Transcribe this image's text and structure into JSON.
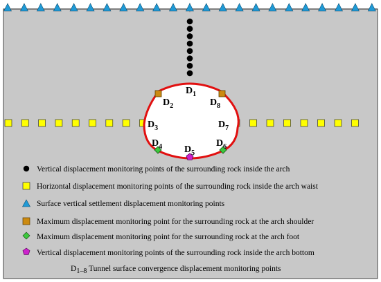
{
  "colors": {
    "ground": "#c8c8c8",
    "tunnel_fill": "#ffffff",
    "tunnel_outline": "#e11010",
    "vertical_point": "#000000",
    "horizontal_point": "#ffff00",
    "surface_marker": "#1f9ad6",
    "shoulder_point": "#cc8a10",
    "foot_point": "#3cc83c",
    "bottom_point": "#cc22cc"
  },
  "icons": {
    "vertical": "black-circle-icon",
    "horizontal": "yellow-square-icon",
    "surface": "blue-triangle-icon",
    "shoulder": "orange-square-icon",
    "foot": "green-diamond-icon",
    "bottom": "purple-pentagon-icon"
  },
  "points": {
    "d1": {
      "letter": "D",
      "sub": "1"
    },
    "d2": {
      "letter": "D",
      "sub": "2"
    },
    "d3": {
      "letter": "D",
      "sub": "3"
    },
    "d4": {
      "letter": "D",
      "sub": "4"
    },
    "d5": {
      "letter": "D",
      "sub": "5"
    },
    "d6": {
      "letter": "D",
      "sub": "6"
    },
    "d7": {
      "letter": "D",
      "sub": "7"
    },
    "d8": {
      "letter": "D",
      "sub": "8"
    }
  },
  "legend": {
    "vertical": "Vertical displacement monitoring points of the surrounding rock inside the arch",
    "horizontal": "Horizontal displacement monitoring points of the surrounding rock inside the arch waist",
    "surface": "Surface vertical settlement displacement monitoring points",
    "shoulder": "Maximum displacement monitoring point for the surrounding rock at the arch shoulder",
    "foot": "Maximum displacement monitoring point for the surrounding rock at the arch foot",
    "bottom": "Vertical displacement monitoring points of the surrounding rock inside the arch bottom",
    "convergence_prefix": "D",
    "convergence_sub": "1–8",
    "convergence": " Tunnel surface convergence displacement monitoring points"
  }
}
